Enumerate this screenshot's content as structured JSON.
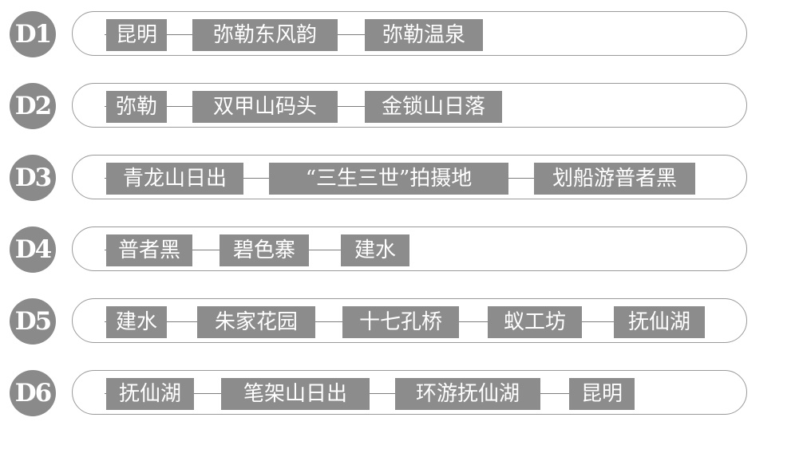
{
  "days": [
    {
      "label": "D1",
      "stops": [
        "昆明",
        "弥勒东风韵",
        "弥勒温泉"
      ]
    },
    {
      "label": "D2",
      "stops": [
        "弥勒",
        "双甲山码头",
        "金锁山日落"
      ]
    },
    {
      "label": "D3",
      "stops": [
        "青龙山日出",
        "“三生三世”拍摄地",
        "划船游普者黑"
      ]
    },
    {
      "label": "D4",
      "stops": [
        "普者黑",
        "碧色寨",
        "建水"
      ]
    },
    {
      "label": "D5",
      "stops": [
        "建水",
        "朱家花园",
        "十七孔桥",
        "蚁工坊",
        "抚仙湖"
      ]
    },
    {
      "label": "D6",
      "stops": [
        "抚仙湖",
        "笔架山日出",
        "环游抚仙湖",
        "昆明"
      ]
    }
  ],
  "colors": {
    "badge": "#8a8a8a",
    "stop_fill": "#8c8c8c",
    "capsule_border": "#9a9a9a",
    "connector": "#7d7d7d",
    "text_on_fill": "#ffffff"
  }
}
